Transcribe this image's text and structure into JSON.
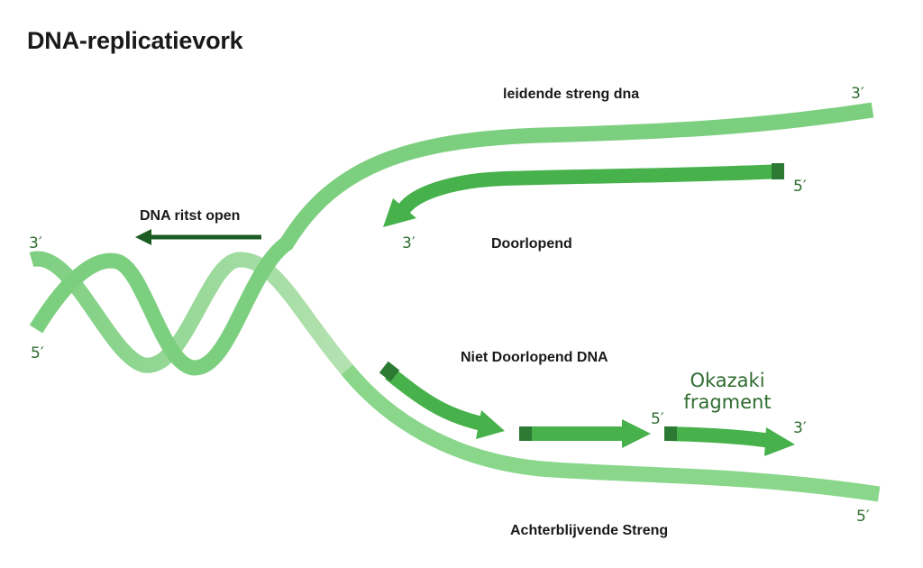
{
  "title": "DNA-replicatievork",
  "labels": {
    "leading_strand": "leidende streng dna",
    "continuous": "Doorlopend",
    "unzips": "DNA ritst open",
    "discontinuous": "Niet Doorlopend DNA",
    "lagging_strand": "Achterblijvende Streng",
    "okazaki_line1": "Okazaki",
    "okazaki_line2": "fragment"
  },
  "ends": {
    "top_strand_right": "3′",
    "continuous_start": "5′",
    "continuous_end": "3′",
    "helix_top_left": "3′",
    "helix_bottom_left": "5′",
    "okazaki_start": "5′",
    "okazaki_end": "3′",
    "bottom_strand_right": "5′"
  },
  "colors": {
    "strand": "#7dcf80",
    "strand_light": "#cdebc8",
    "new_strand": "#47b14c",
    "new_strand_cap": "#2c7a33",
    "unzip_arrow": "#1d5d24",
    "end_label": "#2e6b2e",
    "text": "#1a1a1a"
  }
}
